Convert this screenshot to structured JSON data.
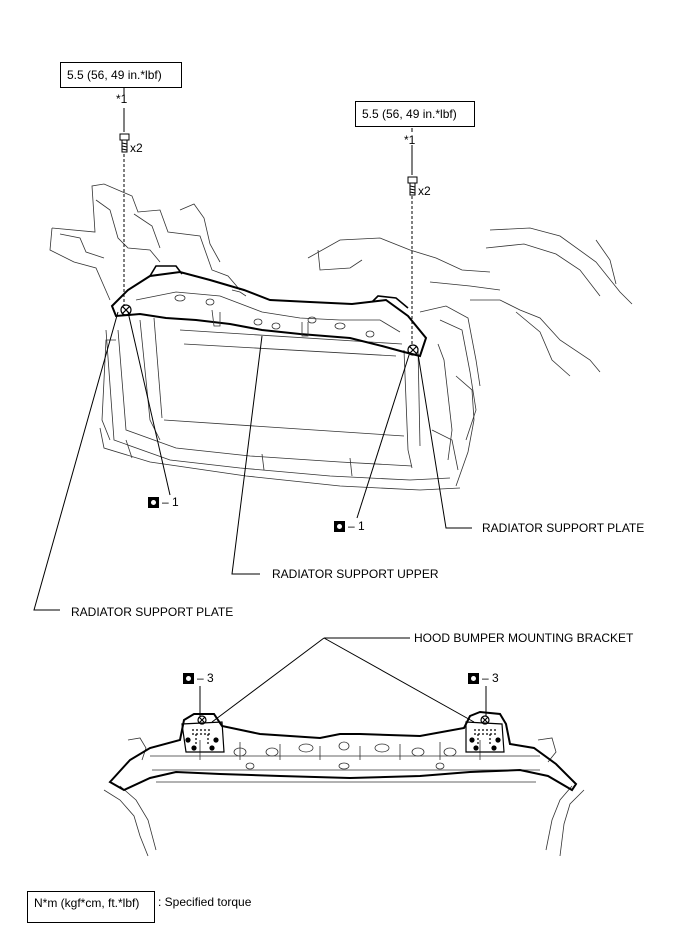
{
  "torque_spec": "5.5 (56, 49 in.*lbf)",
  "callout_ref": "*1",
  "bolt_quantity": "x2",
  "part_marks": [
    "1",
    "3"
  ],
  "labels": {
    "radiator_support_plate": "RADIATOR SUPPORT PLATE",
    "radiator_support_upper": "RADIATOR SUPPORT UPPER",
    "hood_bumper_mounting_bracket": "HOOD BUMPER MOUNTING BRACKET"
  },
  "legend": {
    "unit_box": "N*m (kgf*cm, ft.*lbf)",
    "description": ": Specified torque"
  }
}
